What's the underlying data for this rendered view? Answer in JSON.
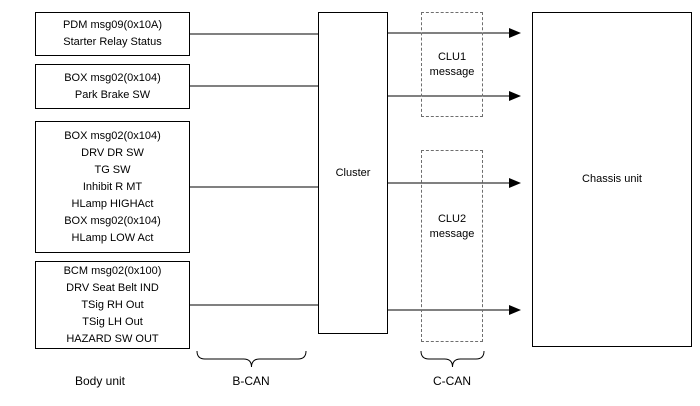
{
  "diagram": {
    "body_unit_boxes": [
      {
        "lines": [
          "PDM msg09(0x10A)",
          "Starter Relay Status"
        ]
      },
      {
        "lines": [
          "BOX msg02(0x104)",
          "Park Brake SW"
        ]
      },
      {
        "lines": [
          "BOX msg02(0x104)",
          "DRV DR SW",
          "TG SW",
          "Inhibit R MT",
          "HLamp HIGHAct",
          "BOX msg02(0x104)",
          "HLamp LOW Act"
        ]
      },
      {
        "lines": [
          "BCM msg02(0x100)",
          "DRV Seat Belt IND",
          "TSig RH Out",
          "TSig LH Out",
          "HAZARD SW OUT"
        ]
      }
    ],
    "cluster": {
      "label": "Cluster"
    },
    "can_messages": [
      {
        "label": "CLU1 message"
      },
      {
        "label": "CLU2 message"
      }
    ],
    "chassis": {
      "label": "Chassis unit"
    },
    "footer_labels": {
      "body_unit": "Body unit",
      "b_can": "B-CAN",
      "c_can": "C-CAN"
    },
    "colors": {
      "background": "#ffffff",
      "line": "#000000",
      "solid_border": "#000000",
      "dashed_border": "#6e6e6e",
      "text": "#000000"
    }
  }
}
